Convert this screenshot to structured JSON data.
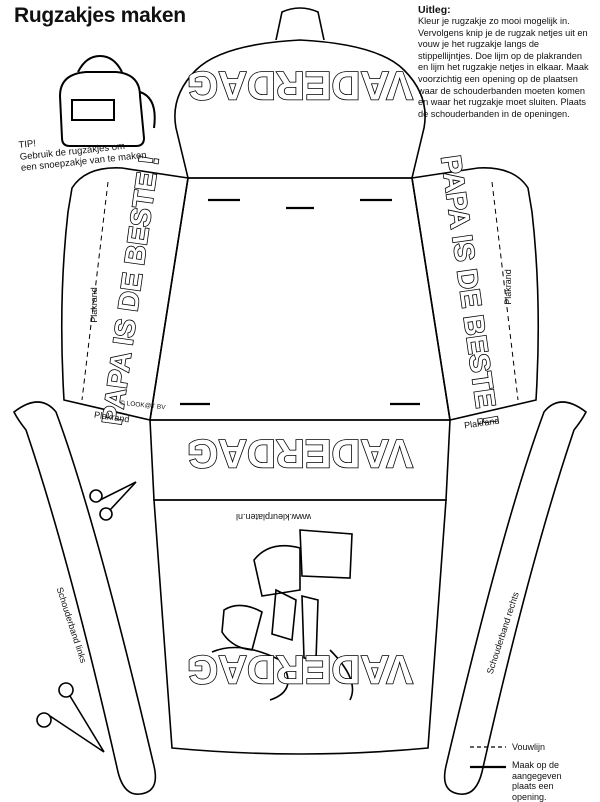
{
  "page": {
    "title": "Rugzakjes maken"
  },
  "instructions": {
    "heading": "Uitleg:",
    "text": "Kleur je rugzakje zo mooi mogelijk in. Vervolgens knip je de rugzak netjes uit en vouw je het rugzakje langs de stippellijntjes. Doe lijm op de plakranden en lijm het rugzakje netjes in elkaar. Maak voorzichtig een opening op de plaatsen waar de schouderbanden moeten komen en waar het rugzakje moet sluiten.  Plaats de schouderbanden in de openingen."
  },
  "tip": {
    "heading": "TIP!",
    "line1": "Gebruik de rugzakjes om",
    "line2": "een snoepzakje van te maken"
  },
  "labels": {
    "vaderdag": "VADERDAG",
    "papa": "PAPA IS DE BESTE !",
    "plakrand": "Plakrand",
    "copyright": "© LOOK@T BV",
    "website": "www.kleurplaten.nl",
    "strap_left": "Schouderband links",
    "strap_right": "Schouderband rechts"
  },
  "legend": {
    "fold": "Vouwlijn",
    "cut": "Maak op de aangegeven plaats een opening."
  }
}
